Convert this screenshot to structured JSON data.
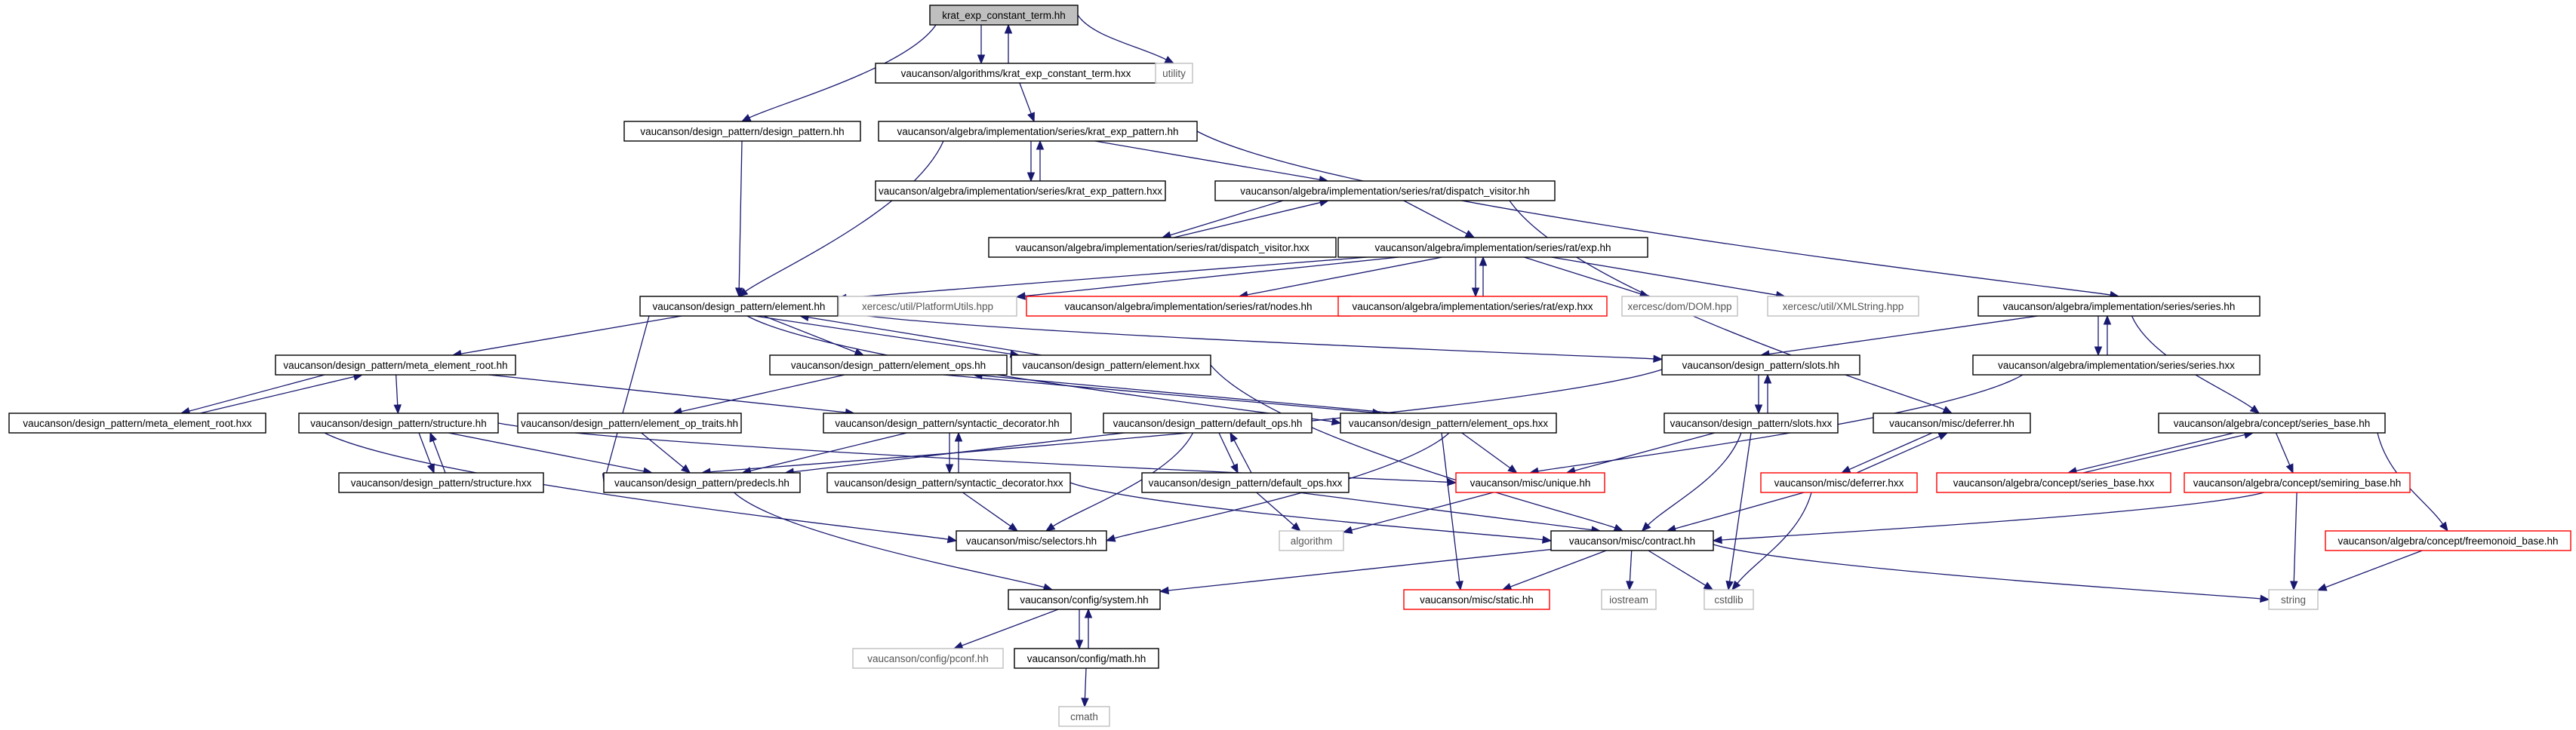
{
  "colors": {
    "edge": "#191970",
    "node_border_normal": "#000000",
    "node_border_truncated": "#ff0000",
    "node_border_external": "#bfbfbf",
    "root_fill": "#bfbfbf",
    "node_fill": "#ffffff",
    "text_normal": "#000000",
    "text_external": "#555555"
  },
  "nodes": [
    {
      "id": "root",
      "label": "krat_exp_constant_term.hh",
      "kind": "root"
    },
    {
      "id": "krat_hxx",
      "label": "vaucanson/algorithms/krat_exp_constant_term.hxx",
      "kind": "normal"
    },
    {
      "id": "utility",
      "label": "utility",
      "kind": "external"
    },
    {
      "id": "design_pattern",
      "label": "vaucanson/design_pattern/design_pattern.hh",
      "kind": "normal"
    },
    {
      "id": "kep_hh",
      "label": "vaucanson/algebra/implementation/series/krat_exp_pattern.hh",
      "kind": "normal"
    },
    {
      "id": "kep_hxx",
      "label": "vaucanson/algebra/implementation/series/krat_exp_pattern.hxx",
      "kind": "normal"
    },
    {
      "id": "dv_hh",
      "label": "vaucanson/algebra/implementation/series/rat/dispatch_visitor.hh",
      "kind": "normal"
    },
    {
      "id": "dv_hxx",
      "label": "vaucanson/algebra/implementation/series/rat/dispatch_visitor.hxx",
      "kind": "normal"
    },
    {
      "id": "exp_hh",
      "label": "vaucanson/algebra/implementation/series/rat/exp.hh",
      "kind": "normal"
    },
    {
      "id": "element_hh",
      "label": "vaucanson/design_pattern/element.hh",
      "kind": "normal"
    },
    {
      "id": "platform",
      "label": "xercesc/util/PlatformUtils.hpp",
      "kind": "external"
    },
    {
      "id": "nodes_hh",
      "label": "vaucanson/algebra/implementation/series/rat/nodes.hh",
      "kind": "truncated"
    },
    {
      "id": "exp_hxx",
      "label": "vaucanson/algebra/implementation/series/rat/exp.hxx",
      "kind": "truncated"
    },
    {
      "id": "dom",
      "label": "xercesc/dom/DOM.hpp",
      "kind": "external"
    },
    {
      "id": "xmlstring",
      "label": "xercesc/util/XMLString.hpp",
      "kind": "external"
    },
    {
      "id": "series_hh",
      "label": "vaucanson/algebra/implementation/series/series.hh",
      "kind": "normal"
    },
    {
      "id": "meta_hh",
      "label": "vaucanson/design_pattern/meta_element_root.hh",
      "kind": "normal"
    },
    {
      "id": "eops_hh",
      "label": "vaucanson/design_pattern/element_ops.hh",
      "kind": "normal"
    },
    {
      "id": "element_hxx",
      "label": "vaucanson/design_pattern/element.hxx",
      "kind": "normal"
    },
    {
      "id": "slots_hh",
      "label": "vaucanson/design_pattern/slots.hh",
      "kind": "normal"
    },
    {
      "id": "series_hxx",
      "label": "vaucanson/algebra/implementation/series/series.hxx",
      "kind": "normal"
    },
    {
      "id": "meta_hxx",
      "label": "vaucanson/design_pattern/meta_element_root.hxx",
      "kind": "normal"
    },
    {
      "id": "structure_hh",
      "label": "vaucanson/design_pattern/structure.hh",
      "kind": "normal"
    },
    {
      "id": "eoptraits",
      "label": "vaucanson/design_pattern/element_op_traits.hh",
      "kind": "normal"
    },
    {
      "id": "syndec_hh",
      "label": "vaucanson/design_pattern/syntactic_decorator.hh",
      "kind": "normal"
    },
    {
      "id": "defops_hh",
      "label": "vaucanson/design_pattern/default_ops.hh",
      "kind": "normal"
    },
    {
      "id": "eops_hxx",
      "label": "vaucanson/design_pattern/element_ops.hxx",
      "kind": "normal"
    },
    {
      "id": "slots_hxx",
      "label": "vaucanson/design_pattern/slots.hxx",
      "kind": "normal"
    },
    {
      "id": "deferrer_hh",
      "label": "vaucanson/misc/deferrer.hh",
      "kind": "normal"
    },
    {
      "id": "series_base_hh",
      "label": "vaucanson/algebra/concept/series_base.hh",
      "kind": "normal"
    },
    {
      "id": "structure_hxx",
      "label": "vaucanson/design_pattern/structure.hxx",
      "kind": "normal"
    },
    {
      "id": "predecls",
      "label": "vaucanson/design_pattern/predecls.hh",
      "kind": "normal"
    },
    {
      "id": "syndec_hxx",
      "label": "vaucanson/design_pattern/syntactic_decorator.hxx",
      "kind": "normal"
    },
    {
      "id": "defops_hxx",
      "label": "vaucanson/design_pattern/default_ops.hxx",
      "kind": "normal"
    },
    {
      "id": "unique",
      "label": "vaucanson/misc/unique.hh",
      "kind": "truncated"
    },
    {
      "id": "deferrer_hxx",
      "label": "vaucanson/misc/deferrer.hxx",
      "kind": "truncated"
    },
    {
      "id": "series_base_hxx",
      "label": "vaucanson/algebra/concept/series_base.hxx",
      "kind": "truncated"
    },
    {
      "id": "semiring",
      "label": "vaucanson/algebra/concept/semiring_base.hh",
      "kind": "truncated"
    },
    {
      "id": "selectors",
      "label": "vaucanson/misc/selectors.hh",
      "kind": "normal"
    },
    {
      "id": "algorithm",
      "label": "algorithm",
      "kind": "external"
    },
    {
      "id": "contract",
      "label": "vaucanson/misc/contract.hh",
      "kind": "normal"
    },
    {
      "id": "freemonoid",
      "label": "vaucanson/algebra/concept/freemonoid_base.hh",
      "kind": "truncated"
    },
    {
      "id": "system",
      "label": "vaucanson/config/system.hh",
      "kind": "normal"
    },
    {
      "id": "static",
      "label": "vaucanson/misc/static.hh",
      "kind": "truncated"
    },
    {
      "id": "iostream",
      "label": "iostream",
      "kind": "external"
    },
    {
      "id": "cstdlib",
      "label": "cstdlib",
      "kind": "external"
    },
    {
      "id": "string",
      "label": "string",
      "kind": "external"
    },
    {
      "id": "pconf",
      "label": "vaucanson/config/pconf.hh",
      "kind": "external"
    },
    {
      "id": "math",
      "label": "vaucanson/config/math.hh",
      "kind": "normal"
    },
    {
      "id": "cmath",
      "label": "cmath",
      "kind": "external"
    }
  ],
  "edges": [
    [
      "root",
      "krat_hxx"
    ],
    [
      "krat_hxx",
      "root"
    ],
    [
      "root",
      "utility"
    ],
    [
      "root",
      "design_pattern"
    ],
    [
      "krat_hxx",
      "kep_hh"
    ],
    [
      "kep_hh",
      "kep_hxx"
    ],
    [
      "kep_hxx",
      "kep_hh"
    ],
    [
      "kep_hh",
      "dv_hh"
    ],
    [
      "kep_hh",
      "element_hh"
    ],
    [
      "kep_hh",
      "series_hh"
    ],
    [
      "design_pattern",
      "element_hh"
    ],
    [
      "dv_hh",
      "dv_hxx"
    ],
    [
      "dv_hxx",
      "dv_hh"
    ],
    [
      "dv_hh",
      "exp_hh"
    ],
    [
      "dv_hh",
      "deferrer_hh"
    ],
    [
      "exp_hh",
      "element_hh"
    ],
    [
      "exp_hh",
      "platform"
    ],
    [
      "exp_hh",
      "nodes_hh"
    ],
    [
      "exp_hh",
      "exp_hxx"
    ],
    [
      "exp_hxx",
      "exp_hh"
    ],
    [
      "exp_hh",
      "dom"
    ],
    [
      "exp_hh",
      "xmlstring"
    ],
    [
      "element_hh",
      "meta_hh"
    ],
    [
      "element_hh",
      "eops_hh"
    ],
    [
      "element_hh",
      "element_hxx"
    ],
    [
      "element_hxx",
      "element_hh"
    ],
    [
      "element_hh",
      "slots_hh"
    ],
    [
      "element_hh",
      "predecls"
    ],
    [
      "element_hh",
      "eops_hxx"
    ],
    [
      "series_hh",
      "slots_hh"
    ],
    [
      "series_hh",
      "series_hxx"
    ],
    [
      "series_hxx",
      "series_hh"
    ],
    [
      "series_hh",
      "series_base_hh"
    ],
    [
      "meta_hh",
      "meta_hxx"
    ],
    [
      "meta_hxx",
      "meta_hh"
    ],
    [
      "meta_hh",
      "structure_hh"
    ],
    [
      "meta_hh",
      "syndec_hh"
    ],
    [
      "eops_hh",
      "eoptraits"
    ],
    [
      "eops_hh",
      "eops_hxx"
    ],
    [
      "eops_hxx",
      "eops_hh"
    ],
    [
      "element_hxx",
      "contract"
    ],
    [
      "slots_hh",
      "slots_hxx"
    ],
    [
      "slots_hxx",
      "slots_hh"
    ],
    [
      "slots_hh",
      "predecls"
    ],
    [
      "series_hxx",
      "unique"
    ],
    [
      "structure_hh",
      "structure_hxx"
    ],
    [
      "structure_hxx",
      "structure_hh"
    ],
    [
      "structure_hh",
      "predecls"
    ],
    [
      "structure_hh",
      "unique"
    ],
    [
      "structure_hh",
      "selectors"
    ],
    [
      "eoptraits",
      "predecls"
    ],
    [
      "syndec_hh",
      "syndec_hxx"
    ],
    [
      "syndec_hxx",
      "syndec_hh"
    ],
    [
      "syndec_hh",
      "predecls"
    ],
    [
      "defops_hh",
      "predecls"
    ],
    [
      "defops_hh",
      "defops_hxx"
    ],
    [
      "defops_hxx",
      "defops_hh"
    ],
    [
      "defops_hh",
      "selectors"
    ],
    [
      "eops_hxx",
      "unique"
    ],
    [
      "eops_hxx",
      "selectors"
    ],
    [
      "eops_hxx",
      "static"
    ],
    [
      "slots_hxx",
      "unique"
    ],
    [
      "slots_hxx",
      "contract"
    ],
    [
      "slots_hxx",
      "cstdlib"
    ],
    [
      "deferrer_hh",
      "deferrer_hxx"
    ],
    [
      "deferrer_hxx",
      "deferrer_hh"
    ],
    [
      "deferrer_hxx",
      "contract"
    ],
    [
      "deferrer_hxx",
      "cstdlib"
    ],
    [
      "series_base_hh",
      "series_base_hxx"
    ],
    [
      "series_base_hxx",
      "series_base_hh"
    ],
    [
      "series_base_hh",
      "semiring"
    ],
    [
      "series_base_hh",
      "freemonoid"
    ],
    [
      "predecls",
      "system"
    ],
    [
      "syndec_hxx",
      "selectors"
    ],
    [
      "syndec_hxx",
      "contract"
    ],
    [
      "defops_hxx",
      "algorithm"
    ],
    [
      "defops_hxx",
      "contract"
    ],
    [
      "unique",
      "algorithm"
    ],
    [
      "semiring",
      "contract"
    ],
    [
      "semiring",
      "string"
    ],
    [
      "freemonoid",
      "string"
    ],
    [
      "contract",
      "system"
    ],
    [
      "contract",
      "static"
    ],
    [
      "contract",
      "iostream"
    ],
    [
      "contract",
      "cstdlib"
    ],
    [
      "contract",
      "string"
    ],
    [
      "system",
      "pconf"
    ],
    [
      "system",
      "math"
    ],
    [
      "math",
      "system"
    ],
    [
      "math",
      "cmath"
    ]
  ]
}
